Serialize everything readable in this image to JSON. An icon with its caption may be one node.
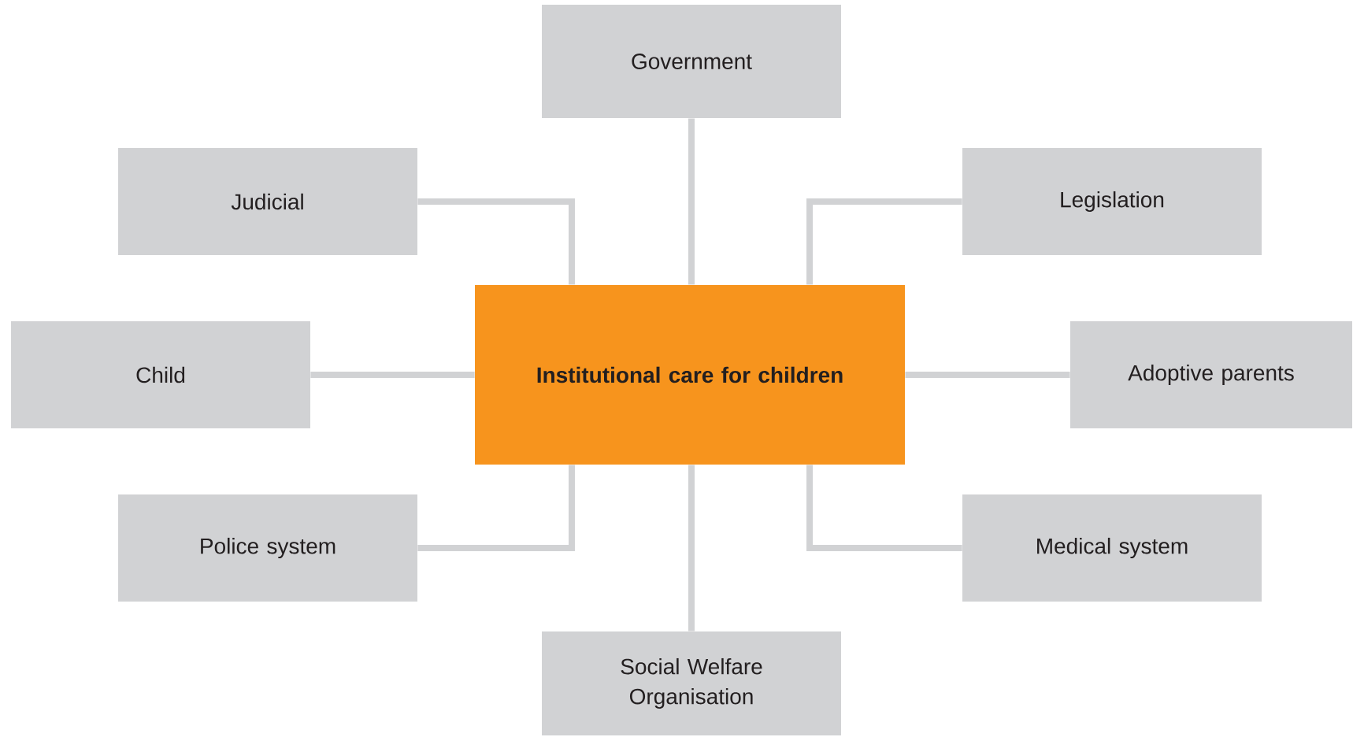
{
  "diagram": {
    "nodes": [
      {
        "text": [
          "Government"
        ]
      },
      {
        "text": [
          "Judicial"
        ]
      },
      {
        "text": [
          "Legislation"
        ]
      },
      {
        "text": [
          "Child"
        ]
      },
      {
        "text": [
          "Institutional care for children"
        ]
      },
      {
        "text": [
          "Adoptive parents"
        ]
      },
      {
        "text": [
          "Police system"
        ]
      },
      {
        "text": [
          "Medical system"
        ]
      },
      {
        "text": [
          "Social Welfare Organisation"
        ]
      }
    ],
    "edges": [
      {
        "from": 4,
        "to": 0,
        "arrow": "none"
      },
      {
        "from": 4,
        "to": 1,
        "arrow": "none"
      },
      {
        "from": 4,
        "to": 2,
        "arrow": "none"
      },
      {
        "from": 4,
        "to": 3,
        "arrow": "none"
      },
      {
        "from": 4,
        "to": 5,
        "arrow": "none"
      },
      {
        "from": 4,
        "to": 6,
        "arrow": "none"
      },
      {
        "from": 4,
        "to": 7,
        "arrow": "none"
      },
      {
        "from": 4,
        "to": 8,
        "arrow": "none"
      }
    ]
  }
}
